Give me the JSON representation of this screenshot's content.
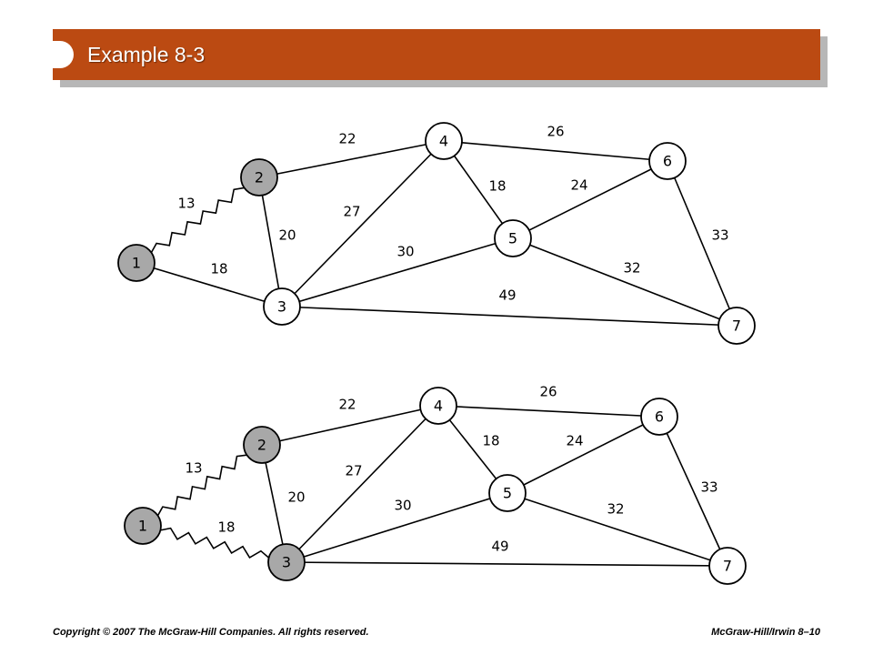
{
  "slide": {
    "title": "Example 8-3",
    "copyright": "Copyright © 2007 The McGraw-Hill Companies. All rights reserved.",
    "page_ref": "McGraw-Hill/Irwin  8–10"
  },
  "colors": {
    "banner": "#bb4a12",
    "shaded_node": "#a8a8a8",
    "plain_node": "#ffffff"
  },
  "graphs": [
    {
      "nodes": [
        {
          "id": "1",
          "label": "1",
          "shaded": true
        },
        {
          "id": "2",
          "label": "2",
          "shaded": true
        },
        {
          "id": "3",
          "label": "3",
          "shaded": false
        },
        {
          "id": "4",
          "label": "4",
          "shaded": false
        },
        {
          "id": "5",
          "label": "5",
          "shaded": false
        },
        {
          "id": "6",
          "label": "6",
          "shaded": false
        },
        {
          "id": "7",
          "label": "7",
          "shaded": false
        }
      ],
      "edges": [
        {
          "from": "1",
          "to": "2",
          "weight": "13",
          "selected": true
        },
        {
          "from": "1",
          "to": "3",
          "weight": "18",
          "selected": false
        },
        {
          "from": "2",
          "to": "3",
          "weight": "20",
          "selected": false
        },
        {
          "from": "2",
          "to": "4",
          "weight": "22",
          "selected": false
        },
        {
          "from": "3",
          "to": "4",
          "weight": "27",
          "selected": false
        },
        {
          "from": "3",
          "to": "5",
          "weight": "30",
          "selected": false
        },
        {
          "from": "3",
          "to": "7",
          "weight": "49",
          "selected": false
        },
        {
          "from": "4",
          "to": "5",
          "weight": "18",
          "selected": false
        },
        {
          "from": "4",
          "to": "6",
          "weight": "26",
          "selected": false
        },
        {
          "from": "5",
          "to": "6",
          "weight": "24",
          "selected": false
        },
        {
          "from": "5",
          "to": "7",
          "weight": "32",
          "selected": false
        },
        {
          "from": "6",
          "to": "7",
          "weight": "33",
          "selected": false
        }
      ]
    },
    {
      "nodes": [
        {
          "id": "1",
          "label": "1",
          "shaded": true
        },
        {
          "id": "2",
          "label": "2",
          "shaded": true
        },
        {
          "id": "3",
          "label": "3",
          "shaded": true
        },
        {
          "id": "4",
          "label": "4",
          "shaded": false
        },
        {
          "id": "5",
          "label": "5",
          "shaded": false
        },
        {
          "id": "6",
          "label": "6",
          "shaded": false
        },
        {
          "id": "7",
          "label": "7",
          "shaded": false
        }
      ],
      "edges": [
        {
          "from": "1",
          "to": "2",
          "weight": "13",
          "selected": true
        },
        {
          "from": "1",
          "to": "3",
          "weight": "18",
          "selected": true
        },
        {
          "from": "2",
          "to": "3",
          "weight": "20",
          "selected": false
        },
        {
          "from": "2",
          "to": "4",
          "weight": "22",
          "selected": false
        },
        {
          "from": "3",
          "to": "4",
          "weight": "27",
          "selected": false
        },
        {
          "from": "3",
          "to": "5",
          "weight": "30",
          "selected": false
        },
        {
          "from": "3",
          "to": "7",
          "weight": "49",
          "selected": false
        },
        {
          "from": "4",
          "to": "5",
          "weight": "18",
          "selected": false
        },
        {
          "from": "4",
          "to": "6",
          "weight": "26",
          "selected": false
        },
        {
          "from": "5",
          "to": "6",
          "weight": "24",
          "selected": false
        },
        {
          "from": "5",
          "to": "7",
          "weight": "32",
          "selected": false
        },
        {
          "from": "6",
          "to": "7",
          "weight": "33",
          "selected": false
        }
      ]
    }
  ]
}
